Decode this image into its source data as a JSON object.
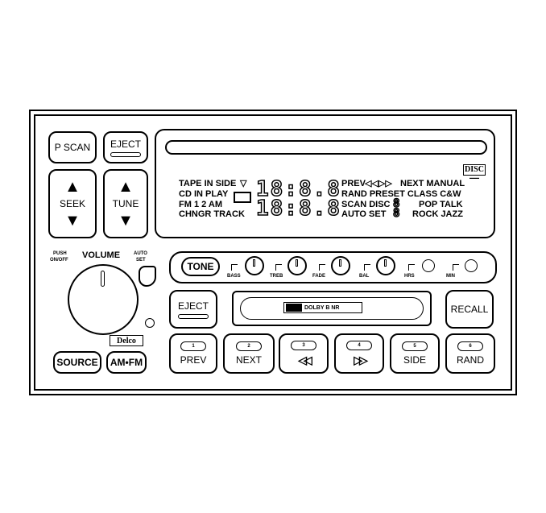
{
  "left_buttons": {
    "p_scan": "P SCAN",
    "eject_top": "EJECT",
    "seek": "SEEK",
    "tune": "TUNE"
  },
  "volume": {
    "push_on_off": [
      "PUSH",
      "ON/OFF"
    ],
    "label": "VOLUME",
    "auto_set": [
      "AUTO",
      "SET"
    ]
  },
  "bottom_left": {
    "source": "SOURCE",
    "am_fm": "AM•FM",
    "logo": "Delco"
  },
  "display": {
    "row1_left": "TAPE IN SIDE",
    "row2_left": "CD IN PLAY",
    "row3_left": "FM 1 2 AM",
    "row4_left": "CHNGR TRACK",
    "digits_top": "18:8.8",
    "digits_bottom": "18:8.8",
    "row1_right_a": "PREV",
    "row1_right_b": "NEXT MANUAL",
    "row2_right": "RAND PRESET CLASS C&W",
    "row3_right_a": "SCAN DISC",
    "row3_right_b": "POP  TALK",
    "row4_right_a": "AUTO SET",
    "row4_right_b": "ROCK  JAZZ",
    "cd_logo": "DISC"
  },
  "controls": {
    "tone": "TONE",
    "knobs": [
      "BASS",
      "TREB",
      "FADE",
      "BAL"
    ],
    "hrs": "HRS",
    "min": "MIN"
  },
  "tape": {
    "eject": "EJECT",
    "dolby": "DOLBY B NR",
    "recall": "RECALL"
  },
  "presets": [
    {
      "num": "1",
      "label": "PREV"
    },
    {
      "num": "2",
      "label": "NEXT"
    },
    {
      "num": "3",
      "label": "◁◁"
    },
    {
      "num": "4",
      "label": "▷▷"
    },
    {
      "num": "5",
      "label": "SIDE"
    },
    {
      "num": "6",
      "label": "RAND"
    }
  ]
}
